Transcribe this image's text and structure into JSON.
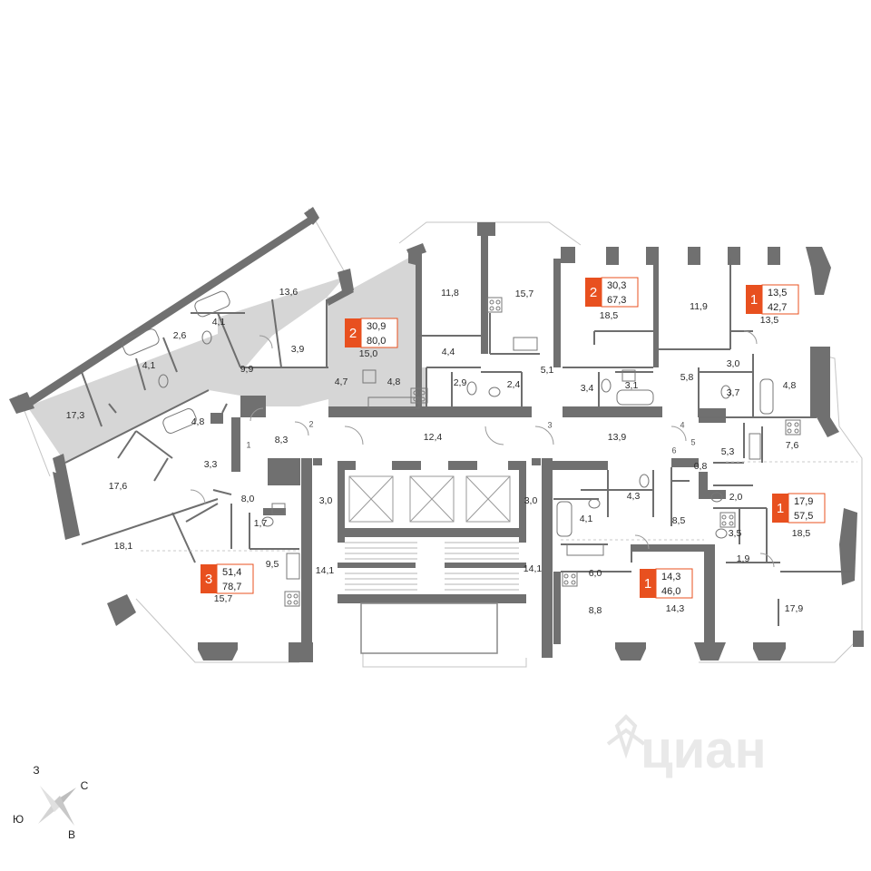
{
  "colors": {
    "accent": "#e8501f",
    "wall": "#707070",
    "selected_fill": "#d6d6d6"
  },
  "icons": [
    "compass-icon",
    "watermark-logo-icon",
    "bathtub-icon",
    "toilet-icon",
    "sink-icon",
    "stove-icon"
  ],
  "watermark": "циан",
  "compass": {
    "north": "З",
    "east": "С",
    "south": "В",
    "west": "Ю"
  },
  "apartments": [
    {
      "rooms": "2",
      "living": "30,9",
      "total": "80,0",
      "selected": true
    },
    {
      "rooms": "2",
      "living": "30,3",
      "total": "67,3",
      "selected": false
    },
    {
      "rooms": "1",
      "living": "13,5",
      "total": "42,7",
      "selected": false
    },
    {
      "rooms": "3",
      "living": "51,4",
      "total": "78,7",
      "selected": false
    },
    {
      "rooms": "1",
      "living": "14,3",
      "total": "46,0",
      "selected": false
    },
    {
      "rooms": "1",
      "living": "17,9",
      "total": "57,5",
      "selected": false
    }
  ],
  "rooms": [
    "13,6",
    "4,1",
    "2,6",
    "4,1",
    "9,9",
    "3,9",
    "17,3",
    "4,8",
    "3,3",
    "17,6",
    "8,3",
    "8,0",
    "18,1",
    "1,7",
    "9,5",
    "15,7",
    "15,0",
    "4,7",
    "4,8",
    "11,8",
    "4,4",
    "2,9",
    "15,7",
    "2,4",
    "5,1",
    "12,4",
    "18,5",
    "3,4",
    "3,1",
    "11,9",
    "13,5",
    "3,0",
    "5,8",
    "3,7",
    "4,8",
    "13,9",
    "7,6",
    "5,3",
    "0,8",
    "2,0",
    "18,5",
    "3,5",
    "1,9",
    "17,9",
    "3,0",
    "3,0",
    "4,3",
    "4,1",
    "8,5",
    "6,0",
    "8,8",
    "14,3",
    "14,1",
    "14,1"
  ],
  "marks": [
    "2",
    "3",
    "4",
    "5",
    "6",
    "1"
  ]
}
